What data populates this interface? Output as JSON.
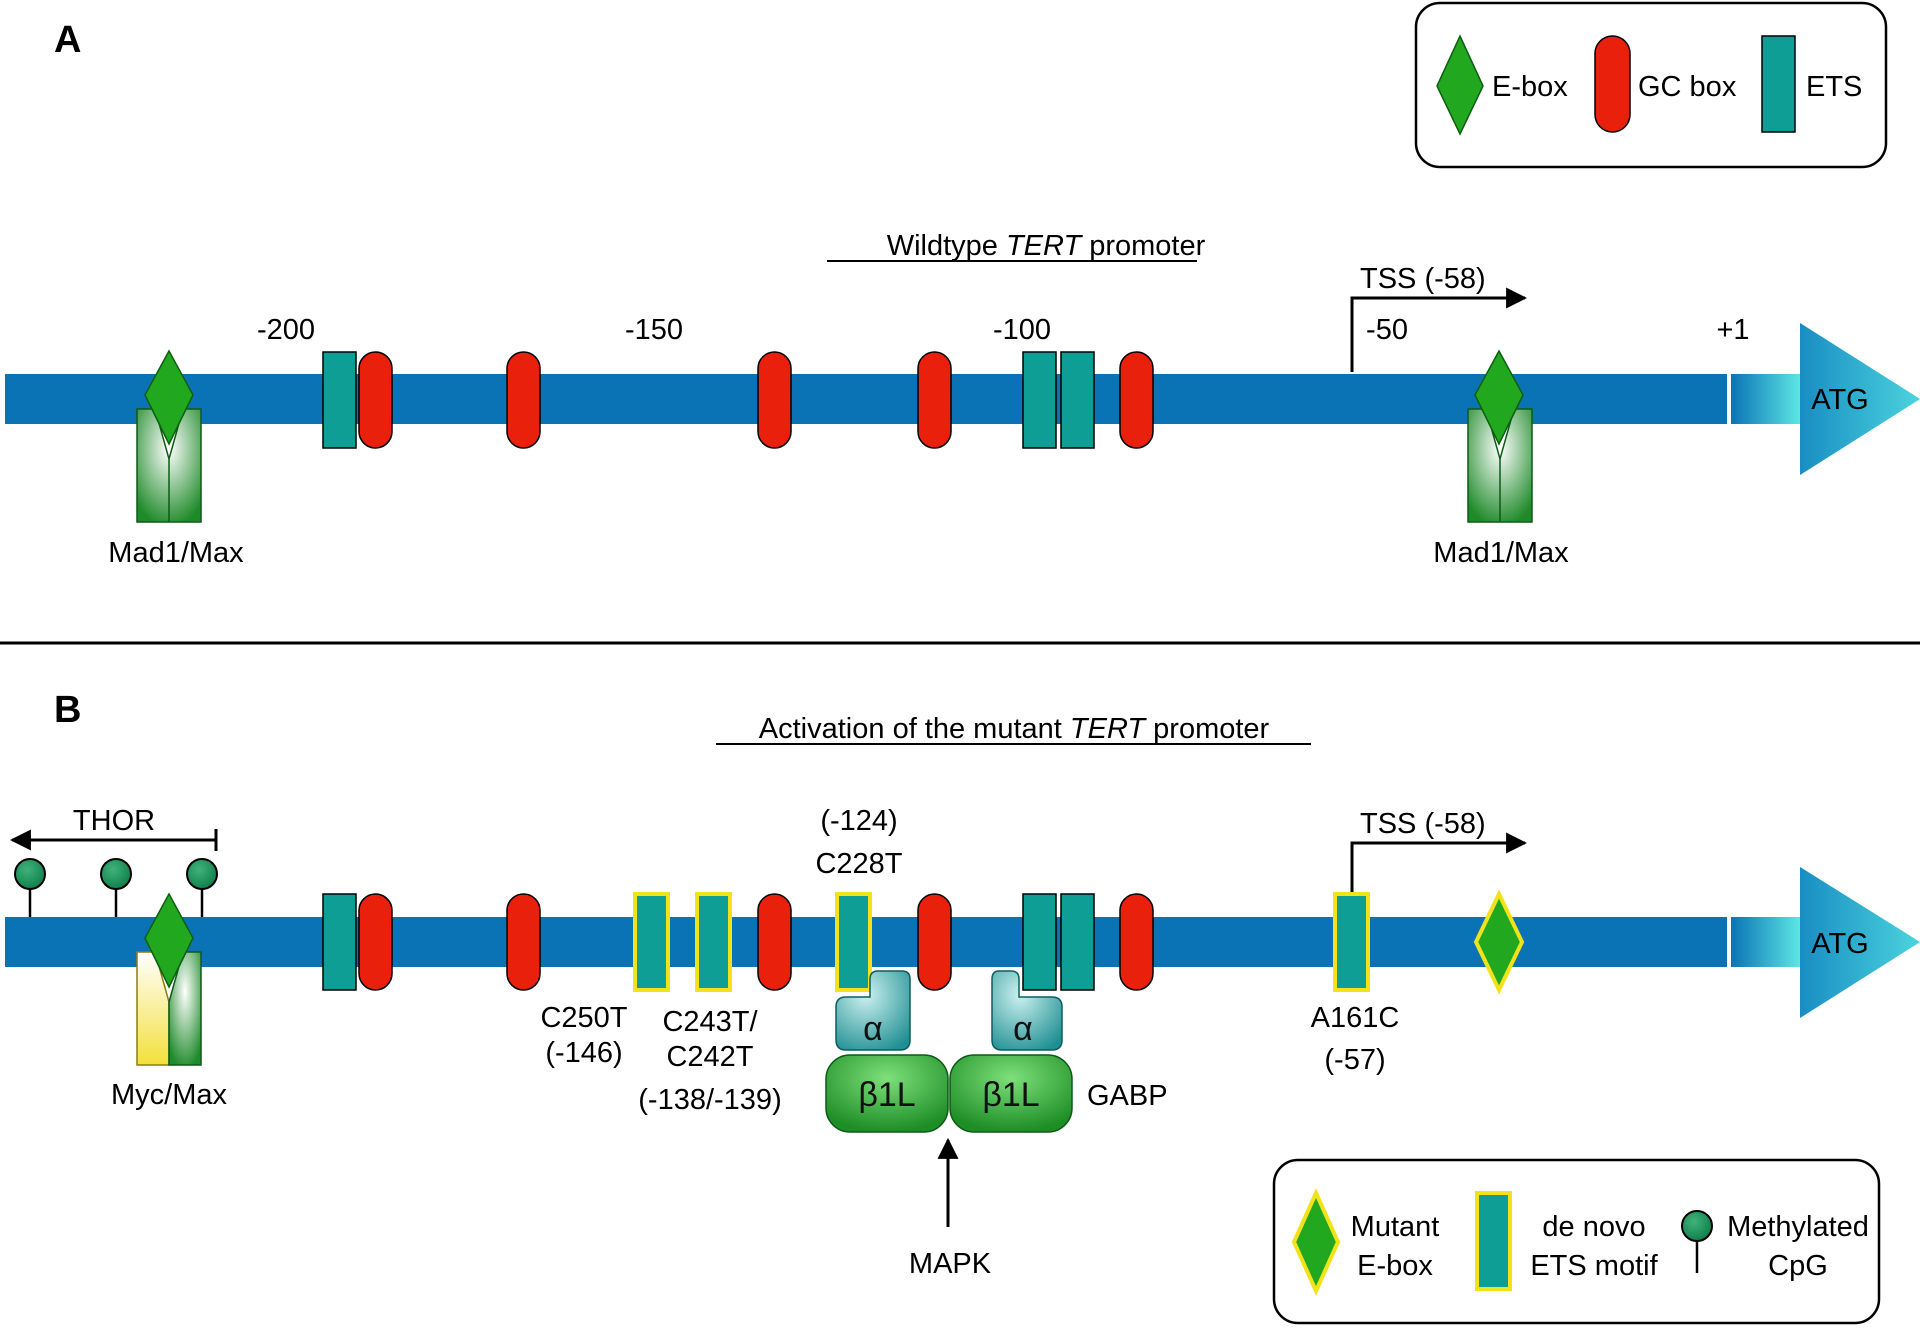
{
  "panel_a": {
    "letter": "A",
    "title_prefix": "Wildtype ",
    "title_gene": "TERT",
    "title_suffix": " promoter",
    "legend": {
      "ebox": "E-box",
      "gc": "GC box",
      "ets": "ETS"
    },
    "ticks": [
      "-200",
      "-150",
      "-100",
      "-50",
      "+1"
    ],
    "tss": "TSS (-58)",
    "atg": "ATG",
    "mad_left": "Mad1/Max",
    "mad_right": "Mad1/Max"
  },
  "panel_b": {
    "letter": "B",
    "title_prefix": "Activation of the mutant ",
    "title_gene": "TERT",
    "title_suffix": " promoter",
    "thor": "THOR",
    "tss": "TSS (-58)",
    "atg": "ATG",
    "myc": "Myc/Max",
    "c228_pos": "(-124)",
    "c228": "C228T",
    "c250": "C250T",
    "c250_pos": "(-146)",
    "c243": "C243T/",
    "c242": "C242T",
    "c243_pos": "(-138/-139)",
    "a161": "A161C",
    "a161_pos": "(-57)",
    "alpha": "α",
    "beta": "β1L",
    "gabp": "GABP",
    "mapk": "MAPK",
    "legend": {
      "mutant_1": "Mutant",
      "mutant_2": "E-box",
      "denovo_1": "de novo",
      "denovo_2": "ETS motif",
      "meth_1": "Methylated",
      "meth_2": "CpG"
    }
  },
  "colors": {
    "dna": "#0a73b6",
    "gc_box": "#e8200c",
    "ets": "#0e9e96",
    "ebox": "#22a81f",
    "mutant_outline": "#f2e21a",
    "methyl": "#138a56"
  }
}
